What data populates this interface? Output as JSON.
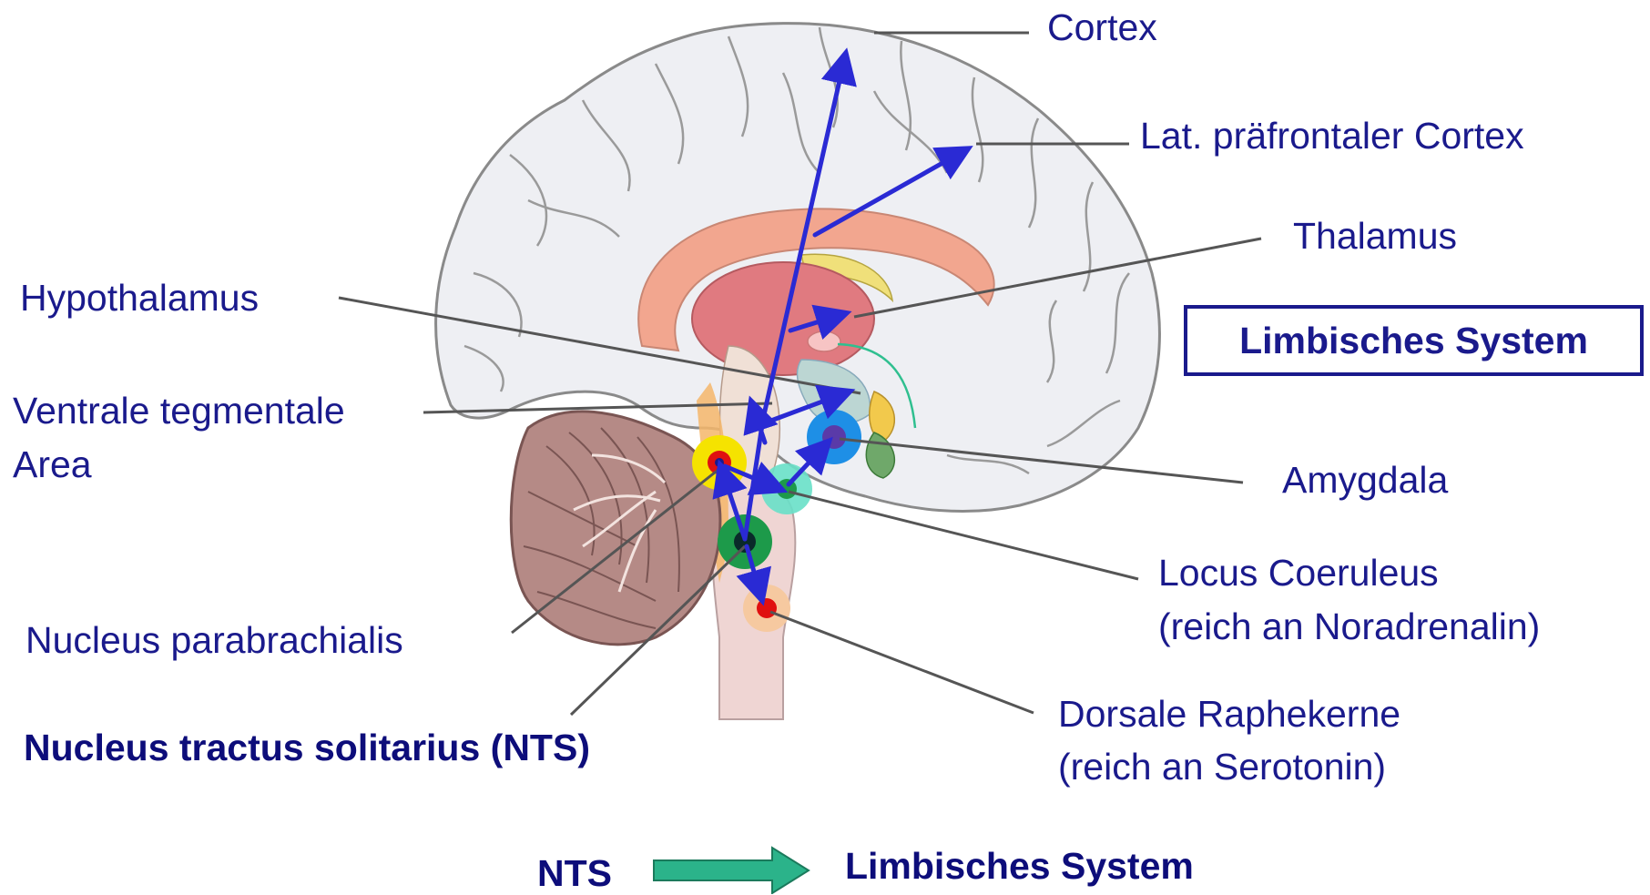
{
  "labels": {
    "cortex": "Cortex",
    "lat_pfc": "Lat. präfrontaler Cortex",
    "thalamus": "Thalamus",
    "hypothalamus": "Hypothalamus",
    "vta_line1": "Ventrale tegmentale",
    "vta_line2": "Area",
    "amygdala": "Amygdala",
    "lc_line1": "Locus Coeruleus",
    "lc_line2": "(reich an Noradrenalin)",
    "npb": "Nucleus parabrachialis",
    "nts": "Nucleus tractus solitarius (NTS)",
    "raphe_line1": "Dorsale Raphekerne",
    "raphe_line2": "(reich an Serotonin)",
    "limbic_box": "Limbisches System"
  },
  "footer": {
    "from": "NTS",
    "to": "Limbisches System"
  },
  "colors": {
    "text": "#1a1a8c",
    "pathway_arrow": "#2a2ad4",
    "leader_line": "#555555",
    "footer_arrow": "#2bb38a",
    "brain_fill": "#eeeff3",
    "brain_outline": "#8a8a8a",
    "corpus_callosum": "#f2a68f",
    "thalamus": "#e07a80",
    "cerebellum": "#b58a86",
    "brainstem": "#efd5d3",
    "nucleus_yellow": "#f5e300",
    "nucleus_green": "#1d9a4a",
    "nucleus_teal": "#68e0c8",
    "nucleus_blue": "#1e8fe6",
    "nucleus_orange": "#f6c9a0",
    "nucleus_red": "#e01010"
  }
}
